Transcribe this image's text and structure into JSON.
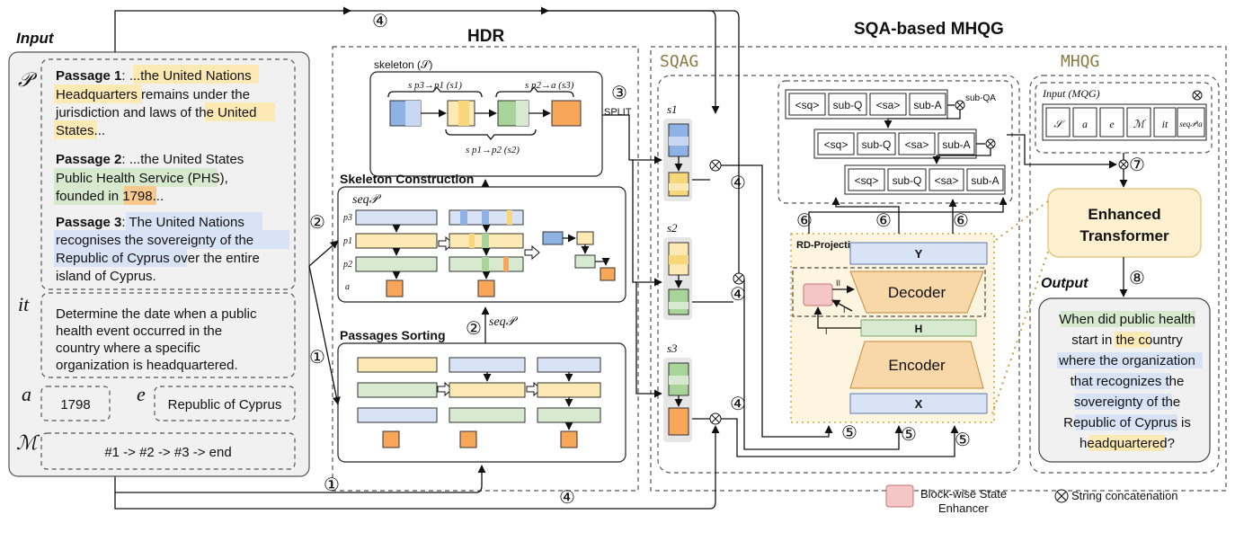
{
  "titles": {
    "input": "Input",
    "hdr": "HDR",
    "main": "SQA-based MHQG",
    "sqag": "SQAG",
    "mhqg": "MHQG"
  },
  "input": {
    "p_symbol": "𝒫",
    "passage1": {
      "label": "Passage 1",
      "line1": ": ...",
      "hl1": "the United Nations",
      "hl2": "Headquarters",
      "line2": " remains under the",
      "line3": "jurisdiction and laws of ",
      "hl3": "the United",
      "hl4": "States",
      "tail": "..."
    },
    "passage2": {
      "label": "Passage 2",
      "line1": ": ...the United States",
      "hl1": "Public Health Service",
      "line2a": " (PHS),",
      "hl2": "founded in ",
      "hl3": "1798",
      "tail": "..."
    },
    "passage3": {
      "label": "Passage 3",
      "line1": ": ",
      "hl1": "The United Nations",
      "hl2": "recognises the sovereignty of the",
      "hl3": "Republic of Cyprus",
      "line3": " over the entire",
      "line4": "island of Cyprus."
    },
    "it_symbol": "it",
    "it_lines": [
      "Determine the date when a public",
      "health event occurred in the",
      "country where a specific",
      "organization is headquartered."
    ],
    "a_symbol": "a",
    "a_value": "1798",
    "e_symbol": "e",
    "e_value": "Republic of Cyprus",
    "m_symbol": "ℳ",
    "m_value": "#1 -> #2 -> #3 -> end"
  },
  "hdr": {
    "skeleton_title": "skeleton (𝒮)",
    "s_p3_p1": "s p3→p1 (s1)",
    "s_p2_a": "s p2→a (s3)",
    "s_p1_p2": "s p1→p2 (s2)",
    "split": "SPLIT",
    "skeleton_construction": "Skeleton Construction",
    "seq_p": "seq𝒫",
    "row_p3": "p3",
    "row_p1": "p1",
    "row_p2": "p2",
    "row_a": "a",
    "passages_sorting": "Passages Sorting",
    "seq_p_label": "seq𝒫"
  },
  "sqag": {
    "s1": "s1",
    "s2": "s2",
    "s3": "s3",
    "sub_qa_label": "sub-QA",
    "tokens": [
      "<sq>",
      "sub-Q",
      "<sa>",
      "sub-A"
    ],
    "rd_projection": "RD-Projection",
    "y": "Y",
    "decoder": "Decoder",
    "h": "H",
    "encoder": "Encoder",
    "x": "X",
    "arrow_ii": "II",
    "arrow_i1": "I",
    "arrow_i2": "I"
  },
  "mhqg": {
    "input_label": "Input (MQG)",
    "input_tokens": [
      "𝒮",
      "a",
      "e",
      "ℳ",
      "it",
      "seq𝒫\\a"
    ],
    "enhanced_transformer": [
      "Enhanced",
      "Transformer"
    ],
    "output_label": "Output",
    "output_lines": [
      "When did public health",
      "start in the country",
      "where the organization",
      "that recognizes the",
      "sovereignty of the",
      "Republic of Cyprus is",
      "headquartered?"
    ]
  },
  "steps": {
    "c1": "①",
    "c2": "②",
    "c3": "③",
    "c4": "④",
    "c5": "⑤",
    "c6": "⑥",
    "c7": "⑦",
    "c8": "⑧"
  },
  "legend": {
    "bse_line1": "Block-wise State",
    "bse_line2": "Enhancer",
    "concat": "String concatenation",
    "concat_symbol": "⊗"
  },
  "colors": {
    "yellow": "#fde9b4",
    "green": "#d7ead0",
    "blue": "#d8e3f6",
    "orange": "#f8c98a",
    "pink": "#f5c6c6",
    "panel": "#f1f1f1",
    "rd_panel": "#fdf5df"
  }
}
